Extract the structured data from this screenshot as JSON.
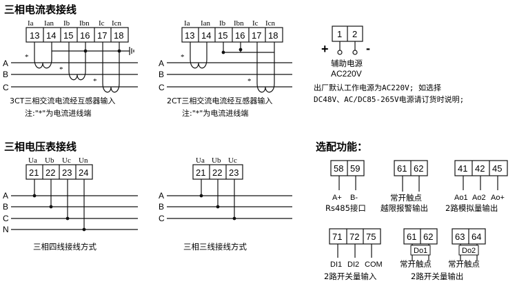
{
  "titles": {
    "current": "三相电流表接线",
    "voltage": "三相电压表接线",
    "options": "选配功能："
  },
  "current_wiring": {
    "signals": [
      "Ia",
      "Ian",
      "Ib",
      "Ibn",
      "Ic",
      "Icn"
    ],
    "terminals": [
      "13",
      "14",
      "15",
      "16",
      "17",
      "18"
    ],
    "phases": [
      "A",
      "B",
      "C"
    ],
    "star": "*",
    "left_caption": "3CT三相交流电流经互感器输入",
    "right_caption": "2CT三相交流电流经互感器输入",
    "note": "注:\"*\"为电流进线端"
  },
  "power": {
    "terminals": [
      "1",
      "2"
    ],
    "plus": "+",
    "minus": "-",
    "label": "辅助电源",
    "voltage": "AC220V",
    "note_line1": "出厂默认工作电源为AC220V; 如选择",
    "note_line2": "DC48V、AC/DC85-265V电源请订货时说明;"
  },
  "voltage_wiring": {
    "four_wire": {
      "signals": [
        "Ua",
        "Ub",
        "Uc",
        "Un"
      ],
      "terminals": [
        "21",
        "22",
        "23",
        "24"
      ],
      "phases": [
        "A",
        "B",
        "C",
        "N"
      ],
      "caption": "三相四线接线方式"
    },
    "three_wire": {
      "signals": [
        "Ua",
        "Ub",
        "Uc"
      ],
      "terminals": [
        "21",
        "22",
        "23"
      ],
      "phases": [
        "A",
        "B",
        "C"
      ],
      "caption": "三相三线接线方式"
    }
  },
  "options": {
    "rs485": {
      "terminals": [
        "58",
        "59"
      ],
      "pins": [
        "A+",
        "B-"
      ],
      "caption": "Rs485接口"
    },
    "alarm": {
      "terminals": [
        "61",
        "62"
      ],
      "top": "常开触点",
      "caption": "越限报警输出"
    },
    "analog": {
      "terminals": [
        "41",
        "42",
        "45"
      ],
      "pins": [
        "Ao1",
        "Ao2",
        "Ao+"
      ],
      "caption": "2路模拟量输出"
    },
    "digital_in": {
      "terminals": [
        "71",
        "72",
        "75"
      ],
      "pins": [
        "DI1",
        "DI2",
        "COM"
      ],
      "caption": "2路开关量输入"
    },
    "relay": {
      "do1_terminals": [
        "61",
        "62"
      ],
      "do1_label": "Do1",
      "do2_terminals": [
        "63",
        "64"
      ],
      "do2_label": "Do2",
      "top": "常开触点",
      "caption": "2路开关量输出"
    }
  }
}
